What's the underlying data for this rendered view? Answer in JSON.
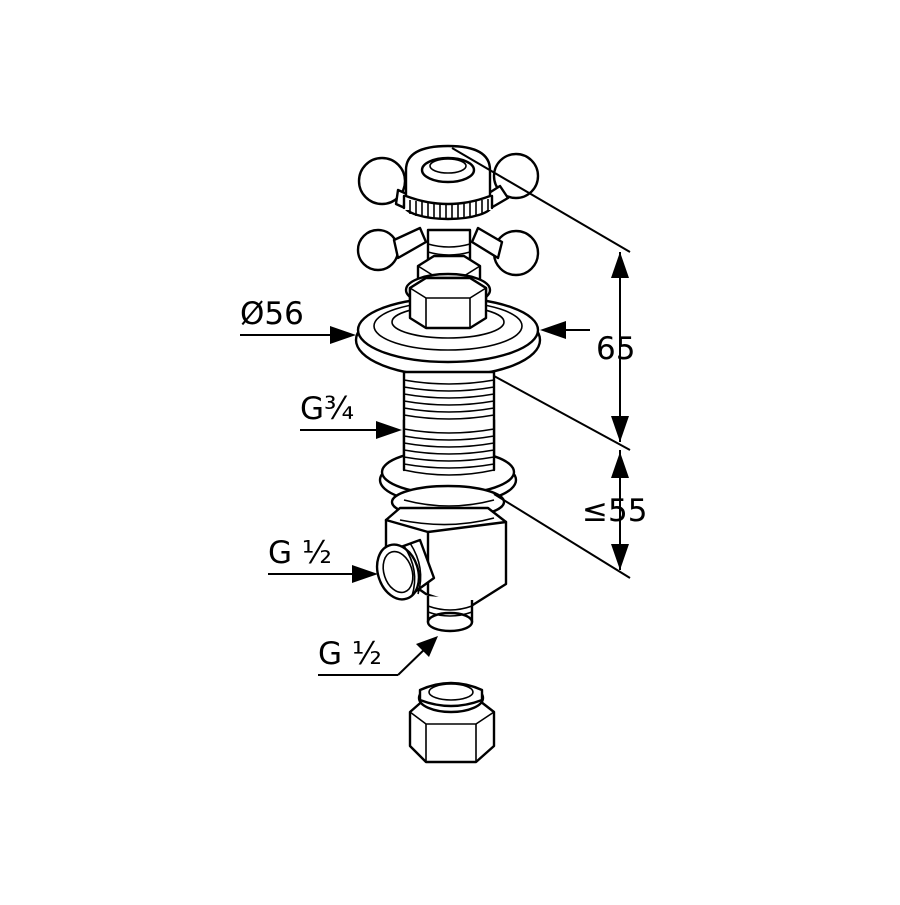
{
  "drawing": {
    "labels": {
      "diameter": "Ø56",
      "thread_shaft": "G¾",
      "thread_side_outlet": "G ½",
      "thread_bottom_outlet": "G ½",
      "height_total": "65",
      "height_max_shaft": "≤55"
    },
    "parts": [
      "cross-handle",
      "hexagon-nut",
      "cover-rosette",
      "threaded-shank",
      "lock-washer",
      "valve-body",
      "side-outlet",
      "bottom-outlet",
      "union-nut"
    ]
  }
}
